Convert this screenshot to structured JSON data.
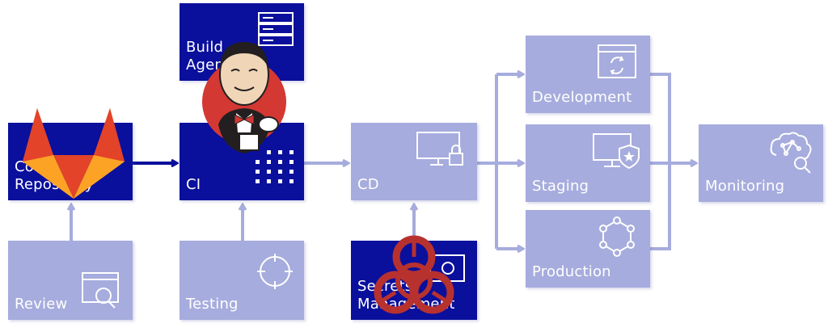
{
  "colors": {
    "dark_box": "#0a0f9c",
    "light_box": "#a6acdd",
    "connector": "#a6acdd",
    "dark_connector": "#0a0f9c",
    "icon_light": "#ffffff",
    "gitlab_orange": "#e2432a",
    "gitlab_yellow": "#fca326",
    "biohazard": "#b7312f"
  },
  "boxes": {
    "code_repository": {
      "label_1": "Code",
      "label_2": "Repository",
      "icon": "git-repo-icon",
      "overlay": "gitlab-fox-logo"
    },
    "review": {
      "label": "Review",
      "icon": "window-search-icon"
    },
    "build_agents": {
      "label_1": "Build",
      "label_2": "Agents",
      "icon": "server-rack-icon",
      "overlay": "jenkins-butler-logo"
    },
    "ci": {
      "label": "CI",
      "icon": "dot-matrix-icon"
    },
    "testing": {
      "label": "Testing",
      "icon": "crosshair-icon"
    },
    "cd": {
      "label": "CD",
      "icon": "monitor-lock-icon"
    },
    "secrets_management": {
      "label_1": "Secrets",
      "label_2": "Management",
      "icon": "window-key-icon",
      "overlay": "biohazard-logo"
    },
    "development": {
      "label": "Development",
      "icon": "window-refresh-icon"
    },
    "staging": {
      "label": "Staging",
      "icon": "monitor-star-shield-icon"
    },
    "production": {
      "label": "Production",
      "icon": "network-ring-icon"
    },
    "monitoring": {
      "label": "Monitoring",
      "icon": "brain-search-icon"
    }
  }
}
